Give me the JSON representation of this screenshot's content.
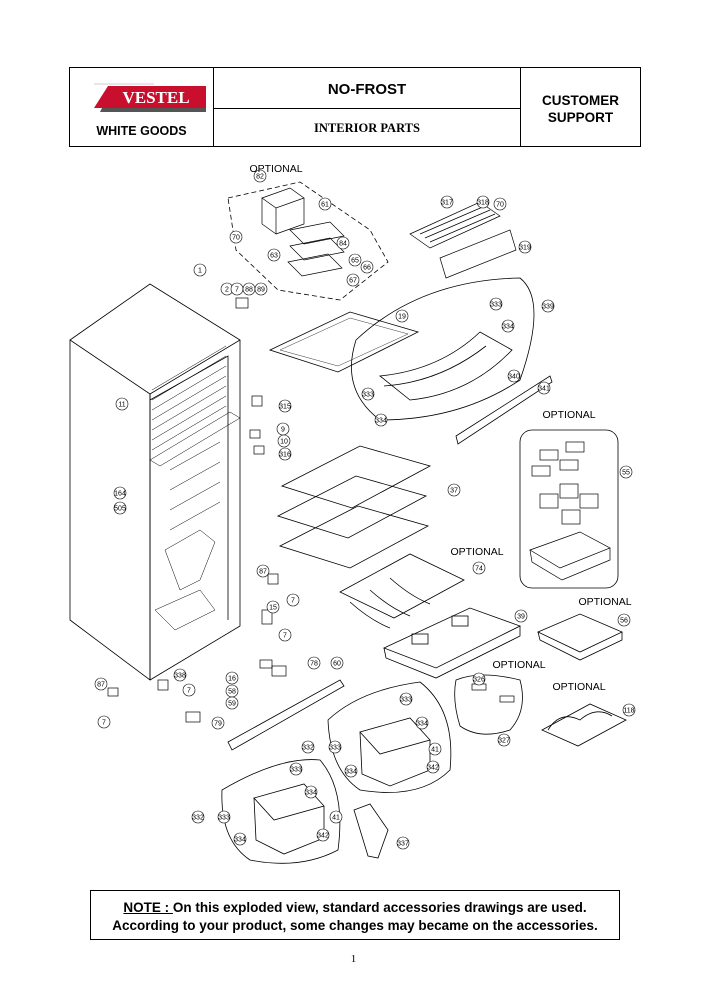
{
  "header": {
    "brand": "VESTEL",
    "division": "WHITE GOODS",
    "title": "NO-FROST",
    "subtitle": "INTERIOR PARTS",
    "support_line1": "CUSTOMER",
    "support_line2": "SUPPORT"
  },
  "optional_text": "OPTIONAL",
  "parts": [
    "82",
    "61",
    "70",
    "84",
    "63",
    "65",
    "66",
    "67",
    "317",
    "318",
    "70",
    "319",
    "1",
    "2",
    "7",
    "88",
    "89",
    "19",
    "333",
    "339",
    "334",
    "340",
    "341",
    "11",
    "315",
    "333",
    "334",
    "9",
    "10",
    "316",
    "55",
    "164",
    "505",
    "37",
    "87",
    "7",
    "74",
    "15",
    "7",
    "39",
    "56",
    "338",
    "16",
    "7",
    "78",
    "60",
    "326",
    "87",
    "58",
    "59",
    "333",
    "79",
    "334",
    "327",
    "118",
    "7",
    "332",
    "333",
    "41",
    "334",
    "342",
    "333",
    "334",
    "332",
    "333",
    "41",
    "334",
    "342",
    "337"
  ],
  "note": {
    "prefix": "NOTE : ",
    "line1": "On this exploded view, standard accessories drawings are used.",
    "line2": "According to your product, some changes may became on the accessories."
  },
  "page_number": "1"
}
